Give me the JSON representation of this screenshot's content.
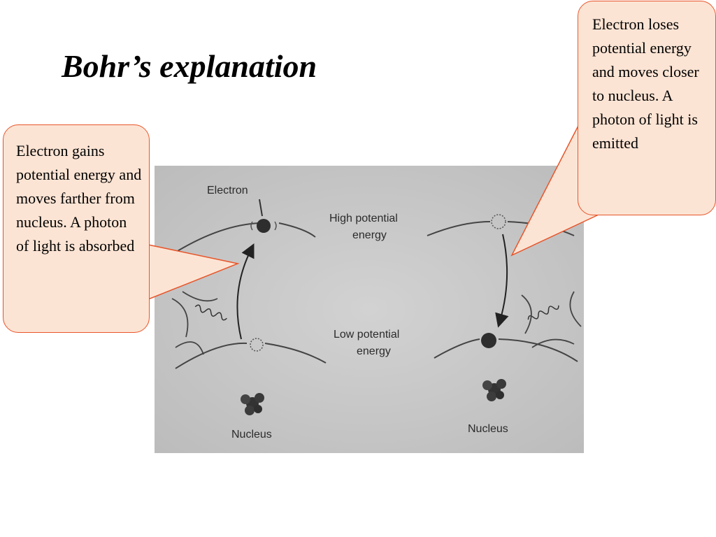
{
  "slide": {
    "title": "Bohr’s explanation"
  },
  "callouts": {
    "left": "Electron gains potential energy and moves farther from nucleus. A photon of light is absorbed",
    "right": "Electron loses potential energy and moves closer to nucleus. A photon of light is emitted"
  },
  "figure": {
    "electron_label": "Electron",
    "high_energy_label": [
      "High potential",
      "energy"
    ],
    "low_energy_label": [
      "Low potential",
      "energy"
    ],
    "nucleus_label_left": "Nucleus",
    "nucleus_label_right": "Nucleus"
  },
  "colors": {
    "callout_fill": "#fce4d4",
    "callout_border": "#e8552a",
    "photo_background": "#c9c9c9"
  }
}
